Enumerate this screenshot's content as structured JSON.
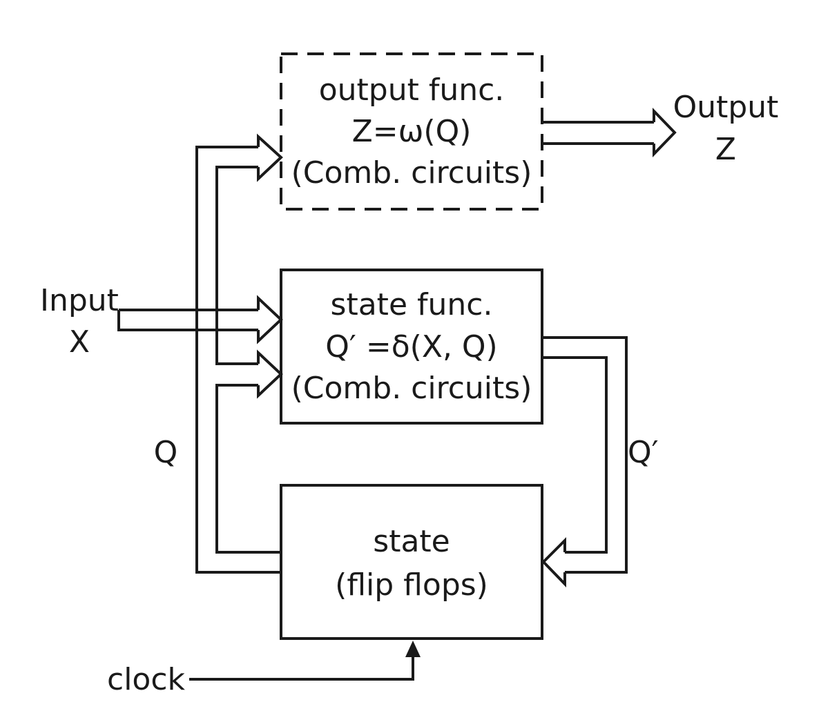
{
  "blocks": {
    "output_function": {
      "title": "output func.",
      "equation": "Z=ω(Q)",
      "note": "(Comb. circuits)"
    },
    "state_function": {
      "title": "state func.",
      "equation": "Q′ =δ(X, Q)",
      "note": "(Comb. circuits)"
    },
    "state": {
      "title": "state",
      "note": "(flip flops)"
    }
  },
  "signals": {
    "input_label": "Input",
    "input_symbol": "X",
    "output_label": "Output",
    "output_symbol": "Z",
    "state_bus": "Q",
    "next_state_bus": "Q′",
    "clock": "clock"
  }
}
